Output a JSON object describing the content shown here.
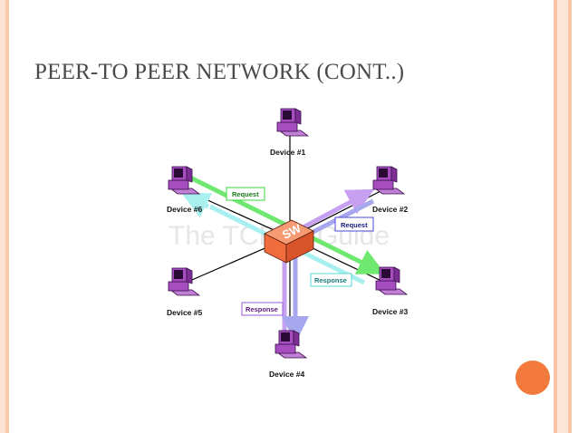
{
  "slide": {
    "title": "PEER-TO PEER NETWORK (CONT..)"
  },
  "colors": {
    "left_bars": [
      "#fde3d3",
      "#f8c9ad"
    ],
    "right_bars": [
      "#f9c5a6",
      "#fde6d8",
      "#f9c5a6"
    ],
    "accent_dot": "#f27a3c",
    "switch": "#f26d3d",
    "computer": "#a64dc0",
    "green_arrow": "#6ee86e",
    "cyan_arrow": "#a8f0f0",
    "purple_arrow": "#c7a0f2",
    "blue_arrow": "#a7a7ee"
  },
  "diagram": {
    "watermark": "The TCP/IP Guide",
    "switch_label": "SW",
    "devices": [
      {
        "label": "Device #1"
      },
      {
        "label": "Device #2"
      },
      {
        "label": "Device #3"
      },
      {
        "label": "Device #4"
      },
      {
        "label": "Device #5"
      },
      {
        "label": "Device #6"
      }
    ],
    "messages": {
      "request_green": "Request",
      "request_blue": "Request",
      "response_cyan": "Response",
      "response_purple": "Response"
    }
  }
}
